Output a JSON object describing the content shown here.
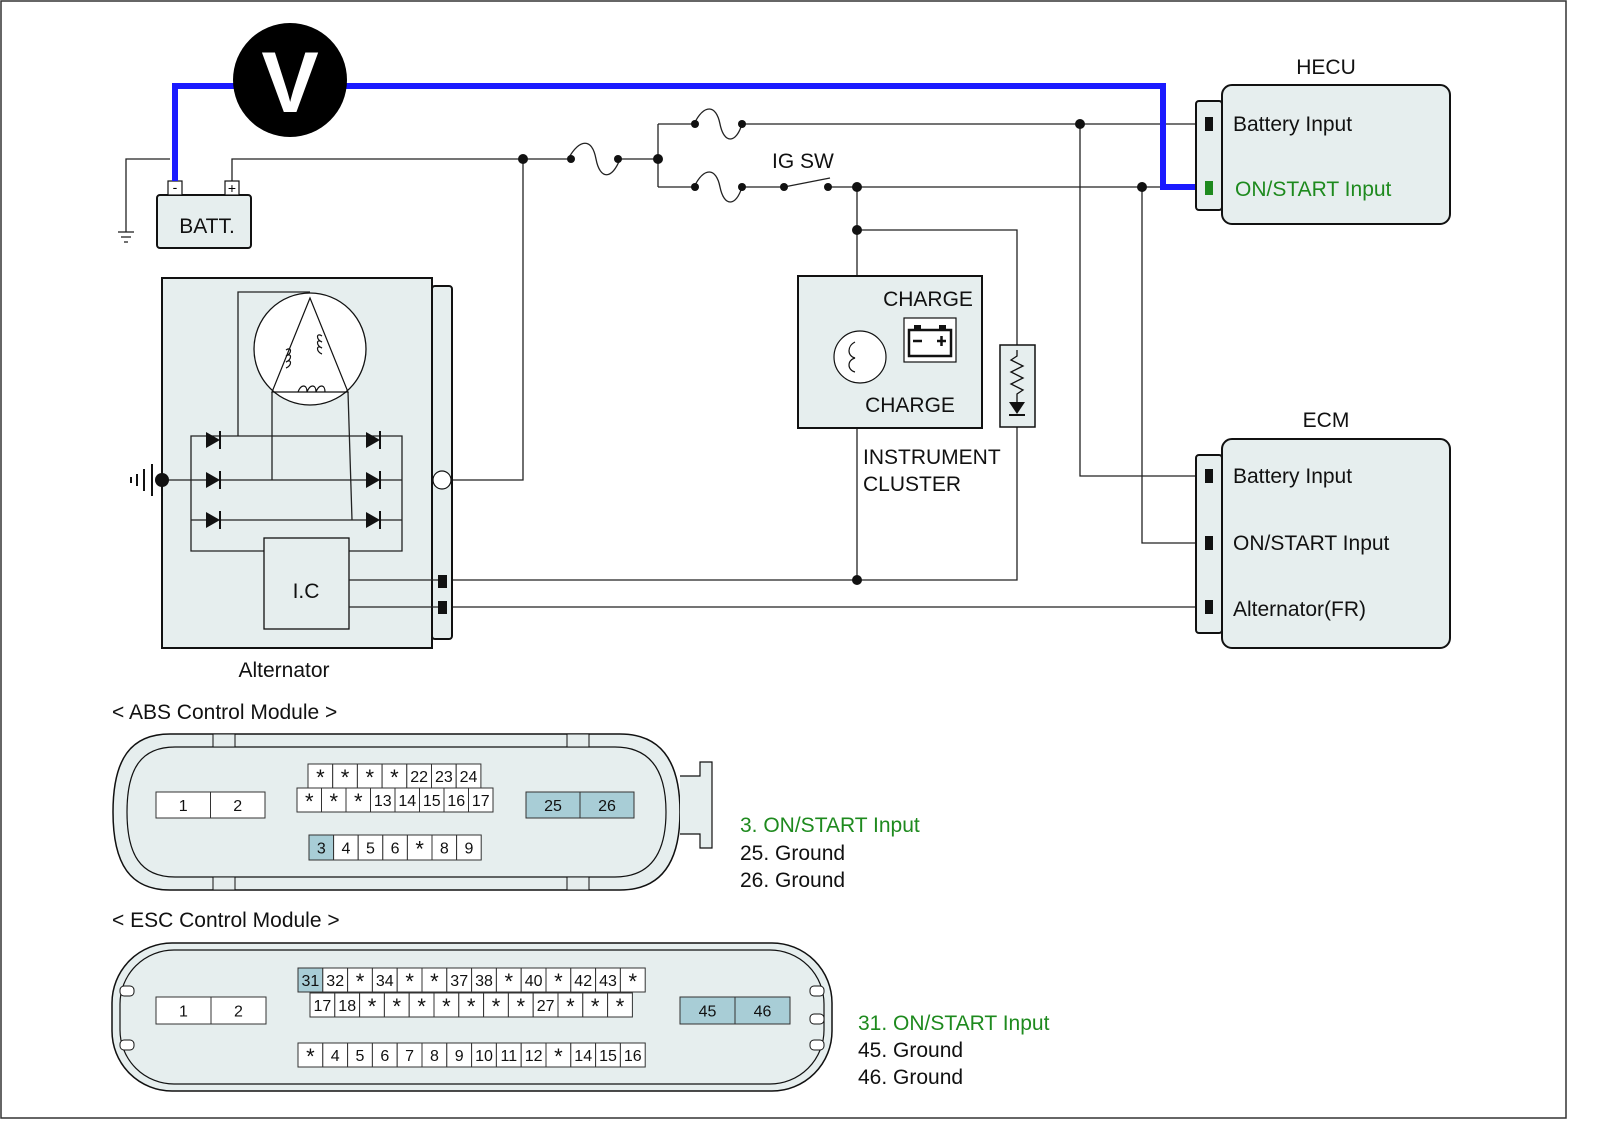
{
  "labels": {
    "voltmeter": "V",
    "battery": "BATT.",
    "battery_minus": "-",
    "battery_plus": "+",
    "ig_sw": "IG SW",
    "hecu": "HECU",
    "ecm": "ECM",
    "hecu_battery_input": "Battery Input",
    "hecu_on_start_input": "ON/START Input",
    "ecm_battery_input": "Battery Input",
    "ecm_on_start_input": "ON/START Input",
    "ecm_alternator_fr": "Alternator(FR)",
    "charge_top": "CHARGE",
    "charge_bottom": "CHARGE",
    "instrument_cluster_1": "INSTRUMENT",
    "instrument_cluster_2": "CLUSTER",
    "ic": "I.C",
    "alternator": "Alternator",
    "abs_title": "< ABS Control Module >",
    "esc_title": "< ESC Control Module >"
  },
  "abs_connector": {
    "left_pins": [
      "1",
      "2"
    ],
    "row1": [
      "*",
      "*",
      "*",
      "*",
      "22",
      "23",
      "24"
    ],
    "row2": [
      "*",
      "*",
      "*",
      "13",
      "14",
      "15",
      "16",
      "17"
    ],
    "row3": [
      "3",
      "4",
      "5",
      "6",
      "*",
      "8",
      "9"
    ],
    "ground_pins": [
      "25",
      "26"
    ],
    "highlighted": [
      "3",
      "25",
      "26"
    ],
    "legend": [
      "3. ON/START Input",
      "25. Ground",
      "26. Ground"
    ]
  },
  "esc_connector": {
    "left_pins": [
      "1",
      "2"
    ],
    "row1": [
      "31",
      "32",
      "*",
      "34",
      "*",
      "*",
      "37",
      "38",
      "*",
      "40",
      "*",
      "42",
      "43",
      "*"
    ],
    "row2": [
      "17",
      "18",
      "*",
      "*",
      "*",
      "*",
      "*",
      "*",
      "*",
      "27",
      "*",
      "*",
      "*"
    ],
    "row3": [
      "*",
      "4",
      "5",
      "6",
      "7",
      "8",
      "9",
      "10",
      "11",
      "12",
      "*",
      "14",
      "15",
      "16"
    ],
    "ground_pins": [
      "45",
      "46"
    ],
    "highlighted": [
      "31",
      "45",
      "46"
    ],
    "legend": [
      "31. ON/START Input",
      "45. Ground",
      "46. Ground"
    ]
  },
  "colors": {
    "measure_wire": "#1a1aff",
    "on_start_text": "#1e8a1e",
    "highlight_pin": "#a8cdd6",
    "module_fill": "#e6eeee"
  }
}
